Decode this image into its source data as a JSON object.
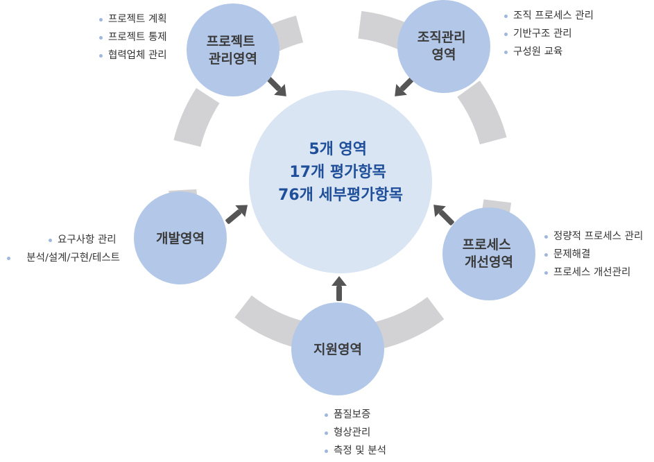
{
  "center": {
    "lines": [
      "5개 영역",
      "17개 평가항목",
      "76개 세부평가항목"
    ]
  },
  "areas": {
    "project": {
      "lines": [
        "프로젝트",
        "관리영역"
      ],
      "items": [
        "프로젝트 계획",
        "프로젝트 통제",
        "협력업체 관리"
      ]
    },
    "organization": {
      "lines": [
        "조직관리",
        "영역"
      ],
      "items": [
        "조직 프로세스 관리",
        "기반구조 관리",
        "구성원 교육"
      ]
    },
    "development": {
      "lines": [
        "개발영역"
      ],
      "items": [
        "요구사항 관리",
        "분석/설계/구현/테스트"
      ]
    },
    "process": {
      "lines": [
        "프로세스",
        "개선영역"
      ],
      "items": [
        "정량적 프로세스 관리",
        "문제해결",
        "프로세스 개선관리"
      ]
    },
    "support": {
      "lines": [
        "지원영역"
      ],
      "items": [
        "품질보증",
        "형상관리",
        "측정 및 분석"
      ]
    }
  },
  "colors": {
    "ring": "#d2d2d4",
    "area_circle": "#b3c8e8",
    "center_circle": "#d9e5f3",
    "center_text": "#1f4f9a",
    "arrow": "#555555",
    "bullet": "#9fb7dd"
  }
}
